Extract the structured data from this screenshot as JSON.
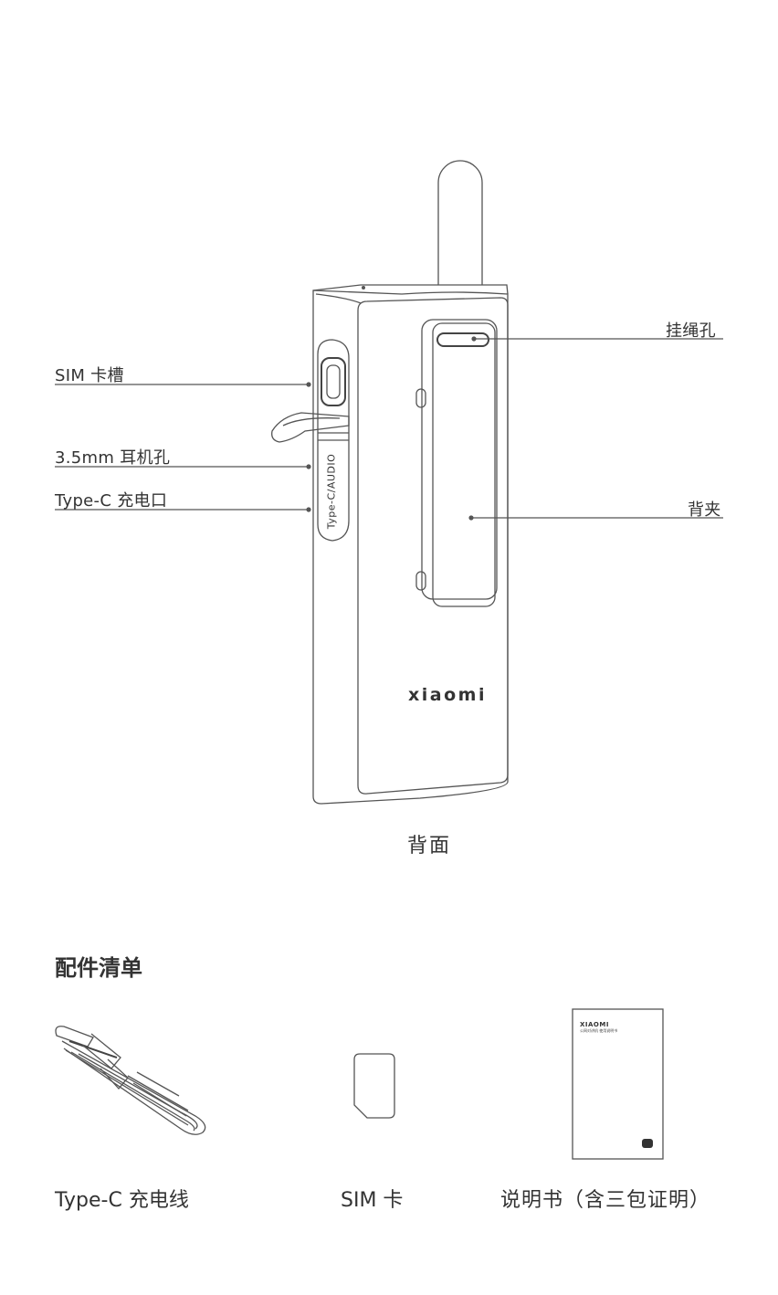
{
  "device_figure": {
    "callouts": {
      "sim_slot": "SIM 卡槽",
      "headphone_jack": "3.5mm 耳机孔",
      "usb_c_port": "Type-C 充电口",
      "lanyard_hole": "挂绳孔",
      "back_clip": "背夹"
    },
    "port_engraving": "Type-C/AUDIO",
    "brand_logo": "xiaomi",
    "view_caption": "背面"
  },
  "accessories": {
    "title": "配件清单",
    "items": [
      {
        "label": "Type-C 充电线",
        "icon": "usb-c-cable-icon"
      },
      {
        "label": "SIM 卡",
        "icon": "sim-card-icon"
      },
      {
        "label": "说明书（含三包证明）",
        "icon": "manual-booklet-icon"
      }
    ],
    "manual_cover_brand": "XIAOMI",
    "manual_cover_subtitle": "公网对讲机 使用说明书"
  }
}
